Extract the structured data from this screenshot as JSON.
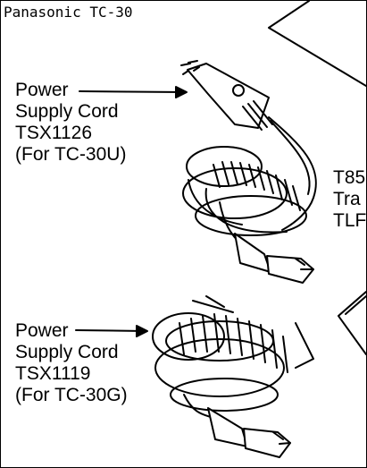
{
  "header": {
    "title": "Panasonic TC-30"
  },
  "callouts": [
    {
      "line1": "Power",
      "line2": "Supply Cord",
      "line3": "TSX1126",
      "line4": "(For TC-30U)"
    },
    {
      "line1": "Power",
      "line2": "Supply Cord",
      "line3": "TSX1119",
      "line4": "(For TC-30G)"
    }
  ],
  "cut_off_text": {
    "line1": "T85",
    "line2": "Tra",
    "line3": "TLF"
  }
}
